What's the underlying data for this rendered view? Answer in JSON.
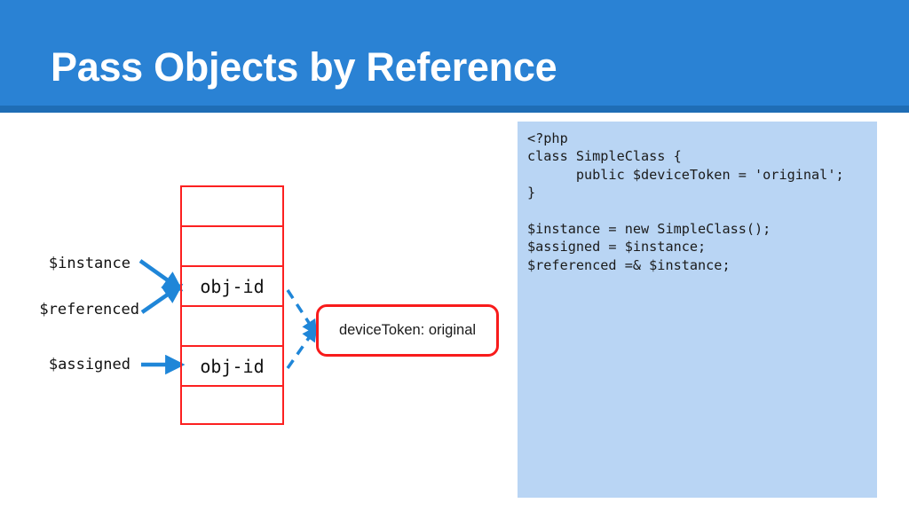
{
  "slide": {
    "title": "Pass Objects by Reference",
    "header_color": "#2a82d4",
    "header_rule_color": "#1f6db5",
    "title_color": "#ffffff"
  },
  "code_panel": {
    "background_color": "#b9d5f4",
    "text_color": "#1b1b1b",
    "code": "<?php\nclass SimpleClass {\n      public $deviceToken = 'original';\n}\n\n$instance = new SimpleClass();\n$assigned = $instance;\n$referenced =& $instance;"
  },
  "diagram": {
    "memory_table": {
      "border_color": "#fc2020",
      "cells": [
        {
          "value": ""
        },
        {
          "value": ""
        },
        {
          "value": "obj-id"
        },
        {
          "value": ""
        },
        {
          "value": "obj-id"
        },
        {
          "value": ""
        }
      ]
    },
    "labels": {
      "instance": "$instance",
      "referenced": "$referenced",
      "assigned": "$assigned"
    },
    "object_box": {
      "text": "deviceToken: original",
      "border_color": "#f81b1b"
    },
    "arrow_color": "#1f86d8",
    "dashed_line_color": "#1f86d8"
  }
}
